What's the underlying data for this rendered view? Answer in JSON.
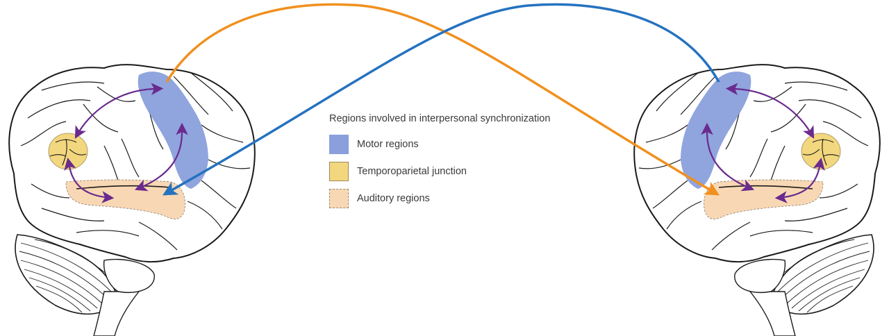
{
  "figure": {
    "title": "Regions involved in interpersonal synchronization",
    "legend": {
      "title": "Regions involved in interpersonal synchronization",
      "items": [
        {
          "key": "motor",
          "label": "Motor regions",
          "color": "#8a9fdc"
        },
        {
          "key": "tpj",
          "label": "Temporoparietal junction",
          "color": "#f3d77e"
        },
        {
          "key": "auditory",
          "label": "Auditory regions",
          "color": "#f8d8b4"
        }
      ]
    },
    "brains": [
      {
        "name": "left-brain",
        "facing": "left",
        "regions": [
          "motor",
          "tpj",
          "auditory"
        ]
      },
      {
        "name": "right-brain",
        "facing": "right",
        "regions": [
          "motor",
          "tpj",
          "auditory"
        ]
      }
    ],
    "connections": [
      {
        "name": "orange-link",
        "from": "left-brain motor regions",
        "to": "right-brain auditory regions",
        "color": "#f0901e"
      },
      {
        "name": "blue-link",
        "from": "right-brain motor regions",
        "to": "left-brain auditory regions",
        "color": "#2572c0"
      }
    ],
    "internal_arrow_color": "#6a2a8e",
    "outline_color": "#1a1a1a"
  }
}
